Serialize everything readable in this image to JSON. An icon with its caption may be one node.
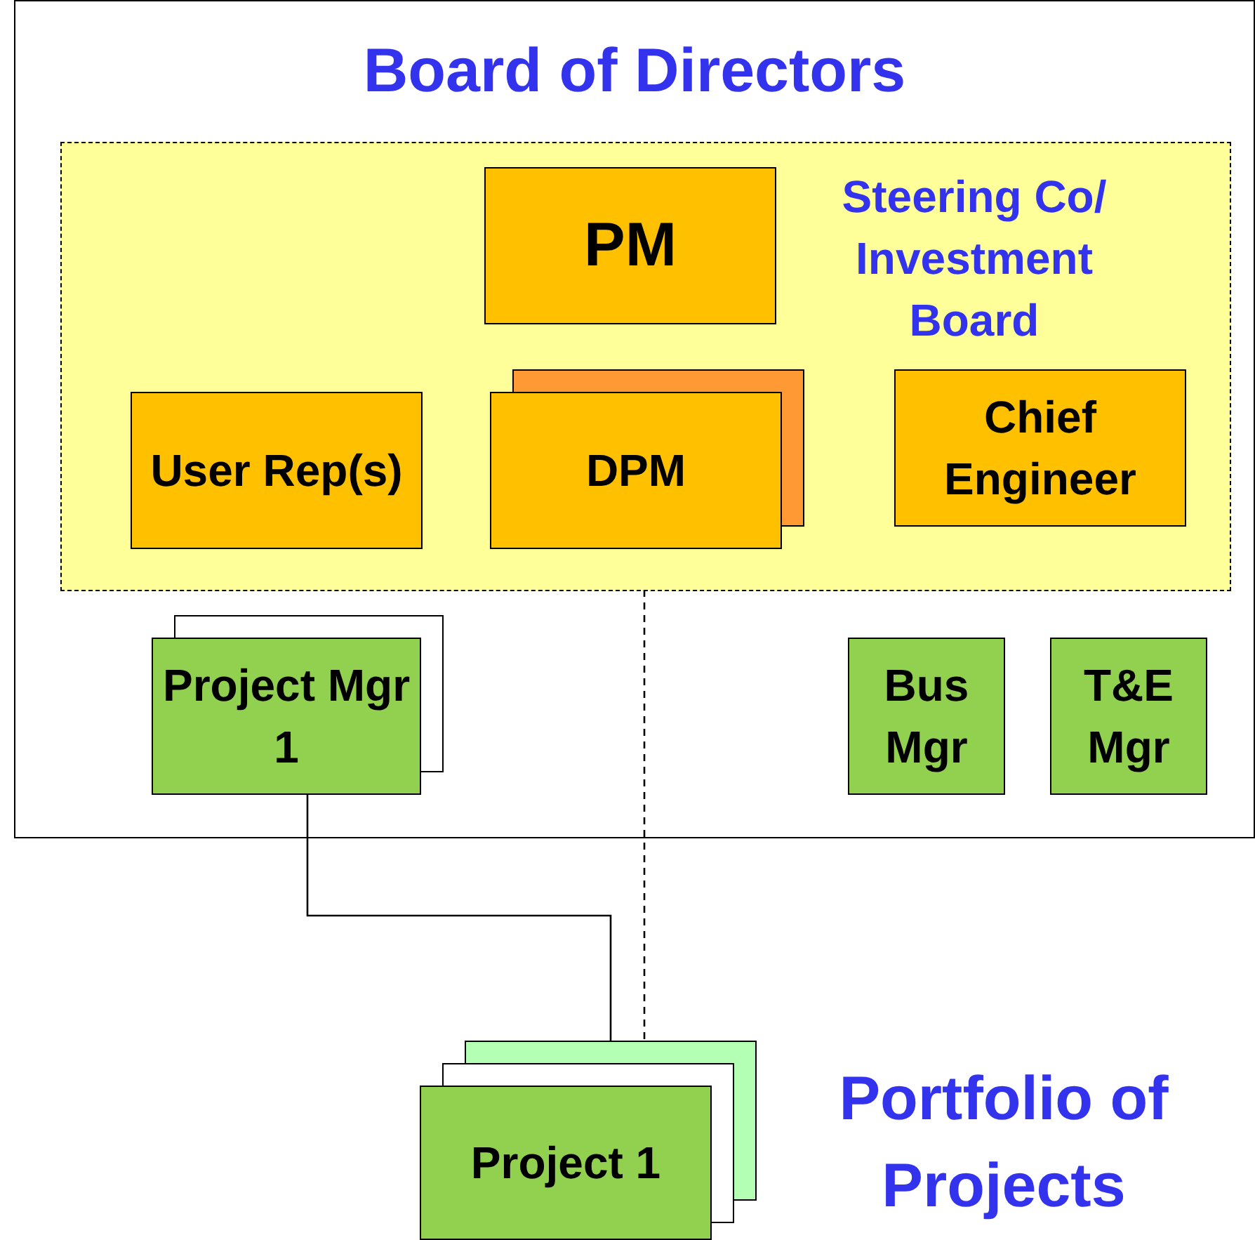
{
  "diagram": {
    "nodes": [
      {
        "text": [
          "Board of Directors"
        ]
      },
      {
        "text": [
          "Steering Co/ Investment Board"
        ],
        "in": 0
      },
      {
        "text": [
          "PM"
        ],
        "in": 1
      },
      {
        "text": [
          "User Rep(s)"
        ],
        "in": 1
      },
      {
        "text": [
          "DPM"
        ],
        "in": 1
      },
      {
        "text": [
          "Chief Engineer"
        ],
        "in": 1
      },
      {
        "text": [
          "Project Mgr 1"
        ],
        "in": 0
      },
      {
        "text": [
          "Bus Mgr"
        ],
        "in": 0
      },
      {
        "text": [
          "T&E Mgr"
        ],
        "in": 0
      },
      {
        "text": [
          "Project 1"
        ]
      }
    ],
    "edges": [
      {
        "from": 6,
        "to": 9,
        "arrow": "none"
      },
      {
        "from": 1,
        "to": 9,
        "arrow": "none",
        "style": "dashed"
      }
    ],
    "labels": [
      "Portfolio of Projects"
    ]
  }
}
